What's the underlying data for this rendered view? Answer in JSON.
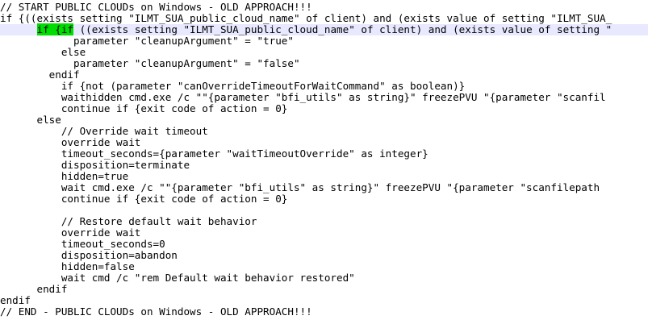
{
  "editor": {
    "theme": {
      "background": "#ffffff",
      "text": "#000000",
      "current_line": "#e8e8ff",
      "bracket_match": "#00dd00"
    },
    "lines": [
      "// START PUBLIC CLOUDs on Windows - OLD APPROACH!!!",
      "if {((exists setting \"ILMT_SUA_public_cloud_name\" of client) and (exists value of setting \"ILMT_SUA_",
      "      if {if ((exists setting \"ILMT_SUA_public_cloud_name\" of client) and (exists value of setting \"",
      "            parameter \"cleanupArgument\" = \"true\"",
      "          else",
      "            parameter \"cleanupArgument\" = \"false\"",
      "        endif",
      "          if {not (parameter \"canOverrideTimeoutForWaitCommand\" as boolean)}",
      "          waithidden cmd.exe /c \"\"{parameter \"bfi_utils\" as string}\" freezePVU \"{parameter \"scanfil",
      "          continue if {exit code of action = 0}",
      "      else",
      "          // Override wait timeout",
      "          override wait",
      "          timeout_seconds={parameter \"waitTimeoutOverride\" as integer}",
      "          disposition=terminate",
      "          hidden=true",
      "          wait cmd.exe /c \"\"{parameter \"bfi_utils\" as string}\" freezePVU \"{parameter \"scanfilepath",
      "          continue if {exit code of action = 0}",
      "",
      "          // Restore default wait behavior",
      "          override wait",
      "          timeout_seconds=0",
      "          disposition=abandon",
      "          hidden=false",
      "          wait cmd /c \"rem Default wait behavior restored\"",
      "      endif",
      "endif",
      "// END - PUBLIC CLOUDs on Windows - OLD APPROACH!!!"
    ],
    "current_line_index": 2,
    "highlight_prefix": "      ",
    "highlight_text": "if {if",
    "highlight_rest": " ((exists setting \"ILMT_SUA_public_cloud_name\" of client) and (exists value of setting \""
  }
}
